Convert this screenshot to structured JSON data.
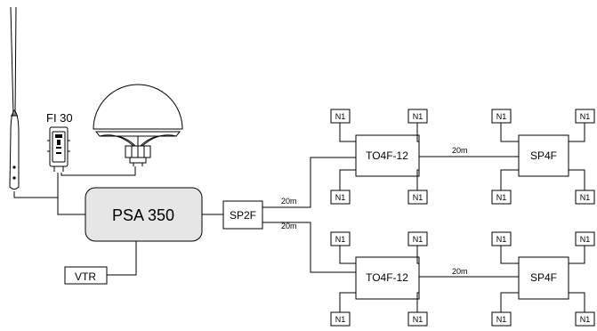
{
  "labels": {
    "fi": "FI 30",
    "psa": "PSA 350",
    "vtr": "VTR",
    "sp2f": "SP2F",
    "to_top": "TO4F-12",
    "to_bottom": "TO4F-12",
    "sp4f_top": "SP4F",
    "sp4f_bottom": "SP4F",
    "len_sp2f_top": "20m",
    "len_sp2f_bottom": "20m",
    "len_link_top": "20m",
    "len_link_bottom": "20m",
    "node": "N1"
  },
  "colors": {
    "psa_fill": "#e6e6e6",
    "stroke": "#000000"
  },
  "icons": {
    "antenna": "whip-antenna-icon",
    "receiver": "fi30-receiver-icon",
    "dish": "satellite-dome-icon"
  }
}
